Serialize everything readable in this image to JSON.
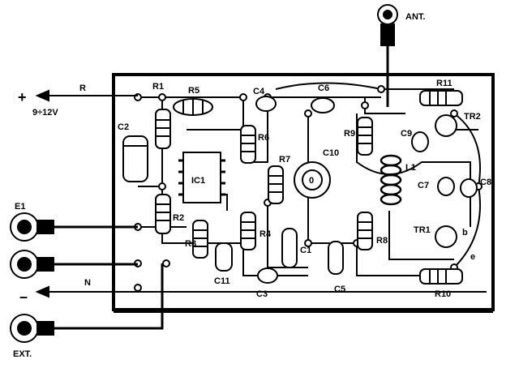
{
  "power": {
    "plus_sign": "+",
    "voltage": "9÷12V",
    "wire_r": "R",
    "minus_sign": "–",
    "wire_n": "N"
  },
  "connectors": {
    "antenna": "ANT.",
    "input_1": "E1",
    "external": "EXT."
  },
  "components": {
    "resistors": [
      "R1",
      "R2",
      "R3",
      "R4",
      "R5",
      "R6",
      "R7",
      "R8",
      "R9",
      "R10",
      "R11"
    ],
    "capacitors": [
      "C1",
      "C2",
      "C3",
      "C4",
      "C5",
      "C6",
      "C7",
      "C8",
      "C9",
      "C10",
      "C11"
    ],
    "ic": "IC1",
    "inductor": "L1",
    "transistors": [
      "TR1",
      "TR2"
    ],
    "transistor_pins": {
      "base": "b",
      "emitter": "e"
    },
    "preset": "0"
  },
  "colors": {
    "ink": "#000000",
    "board": "#ffffff"
  }
}
